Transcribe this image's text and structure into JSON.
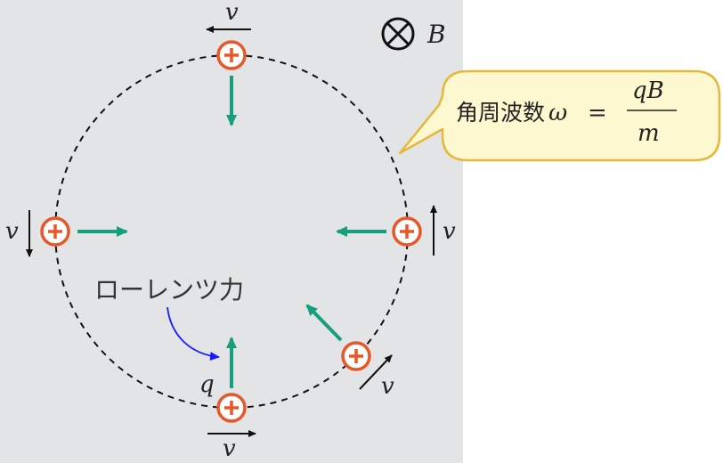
{
  "diagram": {
    "field_symbol": "B",
    "velocity_label": "v",
    "charge_label": "q",
    "force_label": "ローレンツ力",
    "callout": {
      "text": "角周波数",
      "omega": "ω",
      "equals": "=",
      "numerator": "qB",
      "denominator": "m"
    },
    "colors": {
      "background_region": "#e3e4e6",
      "charge": "#e8572a",
      "force_arrow": "#169e7e",
      "pointer_arrow": "#1a1aff",
      "callout_fill": "#fdf8cf",
      "callout_stroke": "#e5b73b"
    }
  }
}
